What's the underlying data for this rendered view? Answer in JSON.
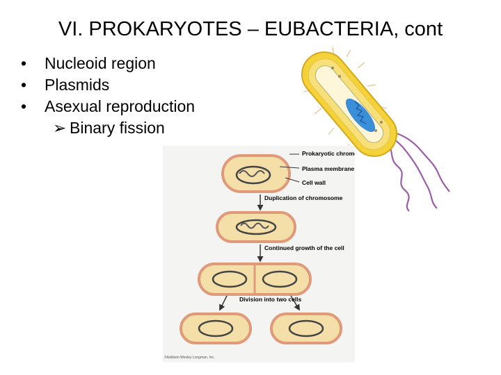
{
  "slide": {
    "title": "VI.  PROKARYOTES – EUBACTERIA, cont",
    "bullets": [
      "Nucleoid region",
      "Plasmids",
      "Asexual reproduction"
    ],
    "subbullet": "Binary fission"
  },
  "figure": {
    "labels": {
      "chromosome": "Prokaryotic chromosome",
      "membrane": "Plasma membrane",
      "wall": "Cell wall",
      "duplication": "Duplication of chromosome",
      "growth": "Continued growth of the cell",
      "division": "Division into two cells"
    },
    "credit": "©Addison Wesley Longman, Inc."
  },
  "colors": {
    "cell_fill": "#f5dfa9",
    "cell_outline": "#e09a7a",
    "bacterium_body": "#f3d23a",
    "flagella": "#9a5ea8"
  }
}
